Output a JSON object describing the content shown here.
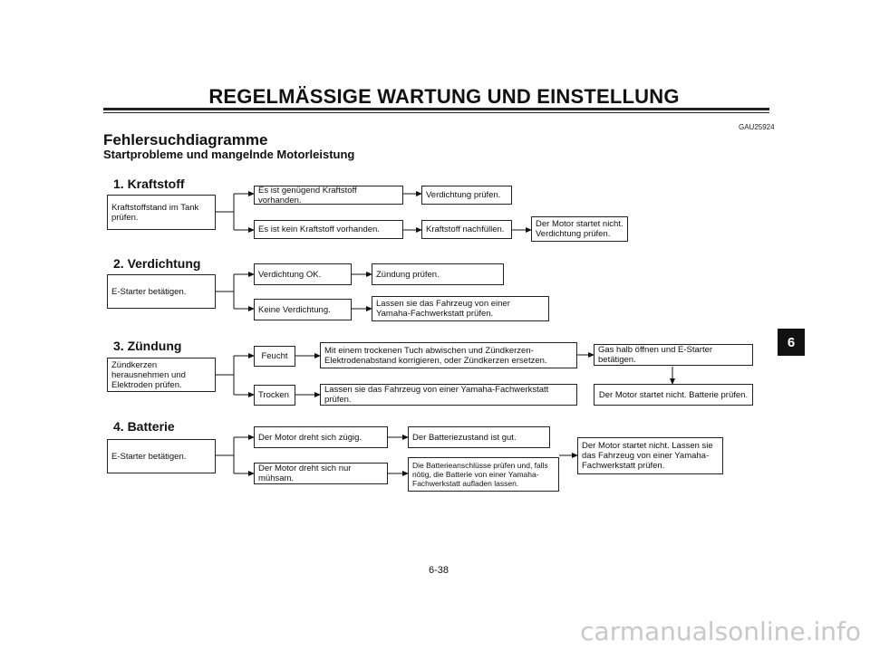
{
  "header": {
    "title": "REGELMÄSSIGE WARTUNG UND EINSTELLUNG",
    "code": "GAU25924",
    "heading": "Fehlersuchdiagramme",
    "subheading": "Startprobleme und mangelnde Motorleistung"
  },
  "sections": {
    "fuel": {
      "title": "1. Kraftstoff",
      "start": "Kraftstoffstand im Tank prüfen.",
      "enough": "Es ist genügend Kraftstoff vorhanden.",
      "enough_next": "Verdichtung prüfen.",
      "none": "Es ist kein Kraftstoff vorhanden.",
      "none_next": "Kraftstoff nachfüllen.",
      "none_final": "Der Motor startet nicht. Verdichtung prüfen."
    },
    "compression": {
      "title": "2. Verdichtung",
      "start": "E-Starter betätigen.",
      "ok": "Verdichtung OK.",
      "ok_next": "Zündung prüfen.",
      "none": "Keine Verdichtung.",
      "none_next": "Lassen sie das Fahrzeug von einer Yamaha-Fachwerkstatt prüfen."
    },
    "ignition": {
      "title": "3. Zündung",
      "start": "Zündkerzen herausnehmen und Elektroden prüfen.",
      "wet": "Feucht",
      "wet_next": "Mit einem trockenen Tuch abwischen und Zündkerzen-Elektrodenabstand korrigieren, oder Zündkerzen ersetzen.",
      "wet_final": "Gas halb öffnen und E-Starter betätigen.",
      "dry": "Trocken",
      "dry_next": "Lassen sie das Fahrzeug von einer Yamaha-Fachwerkstatt prüfen.",
      "final_down": "Der Motor startet nicht. Batterie prüfen."
    },
    "battery": {
      "title": "4. Batterie",
      "start": "E-Starter betätigen.",
      "fast": "Der Motor dreht sich zügig.",
      "fast_next": "Der Batteriezustand ist gut.",
      "slow": "Der Motor dreht sich nur mühsam.",
      "slow_next": "Die Batterieanschlüsse prüfen und, falls nötig, die Batterie von einer Yamaha-Fachwerkstatt aufladen lassen.",
      "final": "Der Motor startet nicht. Lassen sie das Fahrzeug von einer Yamaha-Fachwerkstatt prüfen."
    }
  },
  "chapter_tab": "6",
  "page_number": "6-38",
  "watermark": "carmanualsonline.info"
}
